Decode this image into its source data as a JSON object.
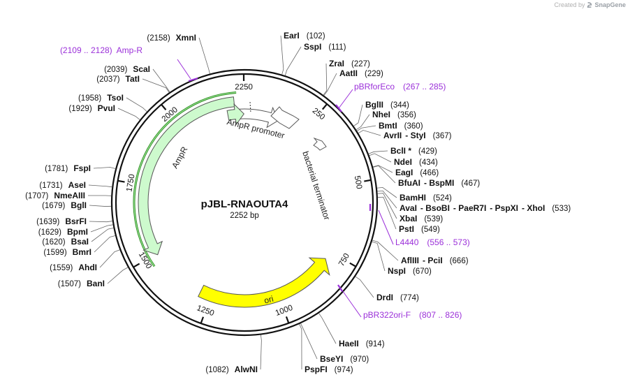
{
  "credit": {
    "prefix": "Created by",
    "brand": "SnapGene"
  },
  "plasmid": {
    "name": "pJBL-RNAOUTA4",
    "length_label": "2252 bp",
    "total_bp": 2252
  },
  "colors": {
    "primer": "#9b30d9",
    "ampr_fill": "#cdfacd",
    "ori_fill": "#ffff00",
    "promoter_fill": "#ffffff",
    "backbone": "#111111",
    "ampr_strand": "#2a8a1a"
  },
  "ticks": [
    {
      "bp": 250,
      "label": "250"
    },
    {
      "bp": 500,
      "label": "500"
    },
    {
      "bp": 750,
      "label": "750"
    },
    {
      "bp": 1000,
      "label": "1000"
    },
    {
      "bp": 1250,
      "label": "1250"
    },
    {
      "bp": 1500,
      "label": "1500"
    },
    {
      "bp": 1750,
      "label": "1750"
    },
    {
      "bp": 2000,
      "label": "2000"
    },
    {
      "bp": 2250,
      "label": "2250"
    }
  ],
  "features": [
    {
      "name": "AmpR",
      "label": "AmpR",
      "start": 1471,
      "end": 2231,
      "dir": -1,
      "kind": "ampr"
    },
    {
      "name": "AmpR promoter",
      "label": "AmpR promoter",
      "start": 94,
      "end": 2232,
      "dir": -1,
      "kind": "promoter"
    },
    {
      "name": "bacterial terminator",
      "label": "bacterial terminator",
      "start": 352,
      "end": 365,
      "dir": -1,
      "kind": "terminator"
    },
    {
      "name": "ori",
      "label": "ori",
      "start": 721,
      "end": 1309,
      "dir": -1,
      "kind": "ori"
    }
  ],
  "primers": [
    {
      "name": "Amp-R",
      "range": "(2109 .. 2128)",
      "pos": 2118,
      "side": "left"
    },
    {
      "name": "pBRforEco",
      "range": "(267 .. 285)",
      "pos": 276,
      "side": "right"
    },
    {
      "name": "L4440",
      "range": "(556 .. 573)",
      "pos": 565,
      "side": "right"
    },
    {
      "name": "pBR322ori-F",
      "range": "(807 .. 826)",
      "pos": 816,
      "side": "right"
    }
  ],
  "sites_right": [
    {
      "parts": [
        "EarI"
      ],
      "pos_text": "(102)",
      "bp": 102
    },
    {
      "parts": [
        "SspI"
      ],
      "pos_text": "(111)",
      "bp": 111
    },
    {
      "parts": [
        "ZraI"
      ],
      "pos_text": "(227)",
      "bp": 227
    },
    {
      "parts": [
        "AatII"
      ],
      "pos_text": "(229)",
      "bp": 229
    },
    {
      "parts": [
        "BglII"
      ],
      "pos_text": "(344)",
      "bp": 344
    },
    {
      "parts": [
        "NheI"
      ],
      "pos_text": "(356)",
      "bp": 356
    },
    {
      "parts": [
        "BmtI"
      ],
      "pos_text": "(360)",
      "bp": 360
    },
    {
      "parts": [
        "AvrII",
        "StyI"
      ],
      "pos_text": "(367)",
      "bp": 367
    },
    {
      "parts": [
        "BclI *"
      ],
      "pos_text": "(429)",
      "bp": 429
    },
    {
      "parts": [
        "NdeI"
      ],
      "pos_text": "(434)",
      "bp": 434
    },
    {
      "parts": [
        "EagI"
      ],
      "pos_text": "(466)",
      "bp": 466
    },
    {
      "parts": [
        "BfuAI",
        "BspMI"
      ],
      "pos_text": "(467)",
      "bp": 467
    },
    {
      "parts": [
        "BamHI"
      ],
      "pos_text": "(524)",
      "bp": 524
    },
    {
      "parts": [
        "AvaI",
        "BsoBI",
        "PaeR7I",
        "PspXI",
        "XhoI"
      ],
      "pos_text": "(533)",
      "bp": 533
    },
    {
      "parts": [
        "XbaI"
      ],
      "pos_text": "(539)",
      "bp": 539
    },
    {
      "parts": [
        "PstI"
      ],
      "pos_text": "(549)",
      "bp": 549
    },
    {
      "parts": [
        "AflIII",
        "PciI"
      ],
      "pos_text": "(666)",
      "bp": 666
    },
    {
      "parts": [
        "NspI"
      ],
      "pos_text": "(670)",
      "bp": 670
    },
    {
      "parts": [
        "DrdI"
      ],
      "pos_text": "(774)",
      "bp": 774
    },
    {
      "parts": [
        "HaeII"
      ],
      "pos_text": "(914)",
      "bp": 914
    },
    {
      "parts": [
        "BseYI"
      ],
      "pos_text": "(970)",
      "bp": 970
    },
    {
      "parts": [
        "PspFI"
      ],
      "pos_text": "(974)",
      "bp": 974
    }
  ],
  "sites_left": [
    {
      "parts": [
        "XmnI"
      ],
      "pos_text": "(2158)",
      "bp": 2158
    },
    {
      "parts": [
        "ScaI"
      ],
      "pos_text": "(2039)",
      "bp": 2039
    },
    {
      "parts": [
        "TatI"
      ],
      "pos_text": "(2037)",
      "bp": 2037
    },
    {
      "parts": [
        "TsoI"
      ],
      "pos_text": "(1958)",
      "bp": 1958
    },
    {
      "parts": [
        "PvuI"
      ],
      "pos_text": "(1929)",
      "bp": 1929
    },
    {
      "parts": [
        "FspI"
      ],
      "pos_text": "(1781)",
      "bp": 1781
    },
    {
      "parts": [
        "AseI"
      ],
      "pos_text": "(1731)",
      "bp": 1731
    },
    {
      "parts": [
        "NmeAIII"
      ],
      "pos_text": "(1707)",
      "bp": 1707
    },
    {
      "parts": [
        "BglI"
      ],
      "pos_text": "(1679)",
      "bp": 1679
    },
    {
      "parts": [
        "BsrFI"
      ],
      "pos_text": "(1639)",
      "bp": 1639
    },
    {
      "parts": [
        "BpmI"
      ],
      "pos_text": "(1629)",
      "bp": 1629
    },
    {
      "parts": [
        "BsaI"
      ],
      "pos_text": "(1620)",
      "bp": 1620
    },
    {
      "parts": [
        "BmrI"
      ],
      "pos_text": "(1599)",
      "bp": 1599
    },
    {
      "parts": [
        "AhdI"
      ],
      "pos_text": "(1559)",
      "bp": 1559
    },
    {
      "parts": [
        "BanI"
      ],
      "pos_text": "(1507)",
      "bp": 1507
    },
    {
      "parts": [
        "AlwNI"
      ],
      "pos_text": "(1082)",
      "bp": 1082
    }
  ]
}
